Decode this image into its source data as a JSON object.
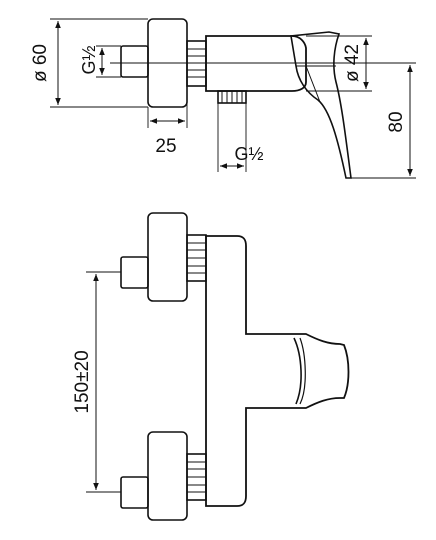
{
  "top_view": {
    "dia_60": "ø 60",
    "dia_42": "ø 42",
    "thread_inlet": "G½",
    "thread_outlet": "G½",
    "depth": "25",
    "height": "80"
  },
  "front_view": {
    "center_distance": "150±20"
  },
  "colors": {
    "line": "#111111",
    "background": "#ffffff"
  }
}
